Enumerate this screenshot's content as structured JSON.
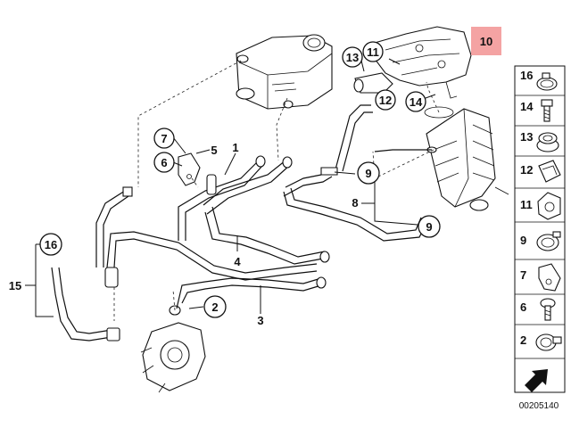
{
  "colors": {
    "highlight": "#f4a3a3",
    "line": "#111111",
    "background": "#ffffff"
  },
  "callouts": [
    {
      "id": "10",
      "text": "10"
    },
    {
      "id": "11",
      "text": "11"
    },
    {
      "id": "13",
      "text": "13"
    },
    {
      "id": "12",
      "text": "12"
    },
    {
      "id": "14",
      "text": "14"
    },
    {
      "id": "7",
      "text": "7"
    },
    {
      "id": "5",
      "text": "5"
    },
    {
      "id": "6",
      "text": "6"
    },
    {
      "id": "1",
      "text": "1"
    },
    {
      "id": "9a",
      "text": "9"
    },
    {
      "id": "8",
      "text": "8"
    },
    {
      "id": "9b",
      "text": "9"
    },
    {
      "id": "16",
      "text": "16"
    },
    {
      "id": "15",
      "text": "15"
    },
    {
      "id": "4",
      "text": "4"
    },
    {
      "id": "2",
      "text": "2"
    },
    {
      "id": "3",
      "text": "3"
    }
  ],
  "legend": [
    {
      "num": "16",
      "icon": "hose-clamp-icon"
    },
    {
      "num": "14",
      "icon": "bolt-icon"
    },
    {
      "num": "13",
      "icon": "grommet-icon"
    },
    {
      "num": "12",
      "icon": "clip-icon"
    },
    {
      "num": "11",
      "icon": "holder-clip-icon"
    },
    {
      "num": "9",
      "icon": "spring-clamp-icon"
    },
    {
      "num": "7",
      "icon": "bracket-icon"
    },
    {
      "num": "6",
      "icon": "screw-icon"
    },
    {
      "num": "2",
      "icon": "clamp-icon"
    }
  ],
  "diagram_code": "00205140"
}
